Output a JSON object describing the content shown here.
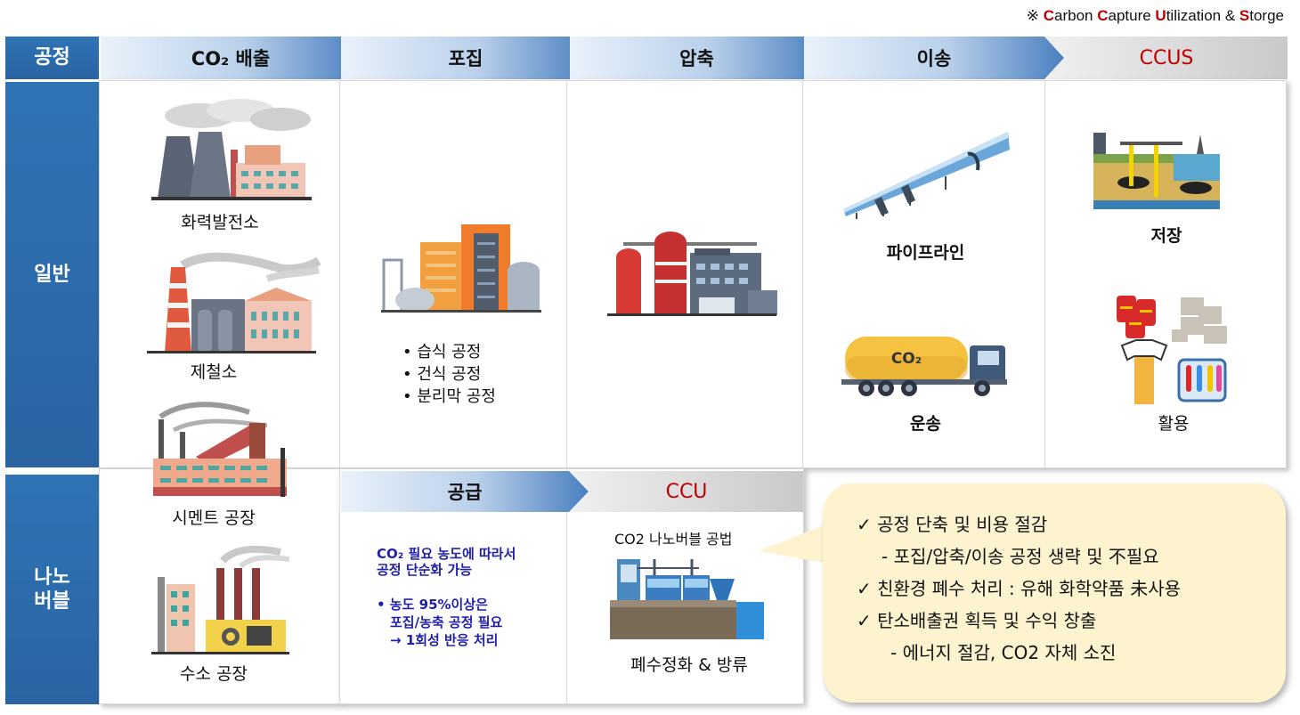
{
  "note": {
    "prefix": "※ ",
    "parts": [
      {
        "cap": "C",
        "rest": "arbon "
      },
      {
        "cap": "C",
        "rest": "apture "
      },
      {
        "cap": "U",
        "rest": "tilization & "
      },
      {
        "cap": "S",
        "rest": "torge"
      }
    ]
  },
  "header": {
    "process": "공정",
    "steps": [
      "CO₂ 배출",
      "포집",
      "압축",
      "이송"
    ],
    "ccus": "CCUS"
  },
  "rows": {
    "general": "일반",
    "nano": "나노\n버블"
  },
  "emission": {
    "items": [
      "화력발전소",
      "제철소",
      "시멘트 공장",
      "수소 공장"
    ]
  },
  "capture": {
    "bullets": [
      "습식 공정",
      "건식 공정",
      "분리막 공정"
    ]
  },
  "transport": {
    "pipeline": "파이프라인",
    "truck": "운송",
    "truck_badge": "CO₂"
  },
  "ccus_col": {
    "storage": "저장",
    "use": "활용"
  },
  "supply": {
    "header": "공급",
    "line1": "CO₂ 필요 농도에 따라서",
    "line2": "공정 단순화 가능",
    "bullet1": "• 농도 95%이상은",
    "bullet2": "포집/농축 공정 필요",
    "bullet3": "→ 1회성 반응 처리"
  },
  "ccu": {
    "header": "CCU",
    "method": "CO2 나노버블 공법",
    "result": "폐수정화 & 방류"
  },
  "benefits": [
    {
      "mark": "✓",
      "text": "공정 단축 및 비용 절감",
      "sub": "- 포집/압축/이송 공정 생략 및 不필요"
    },
    {
      "mark": "✓",
      "text": "친환경 폐수 처리 : 유해 화학약품 未사용",
      "sub": ""
    },
    {
      "mark": "✓",
      "text": "탄소배출권 획득 및 수익 창출",
      "sub": "- 에너지 절감, CO2 자체 소진"
    }
  ]
}
